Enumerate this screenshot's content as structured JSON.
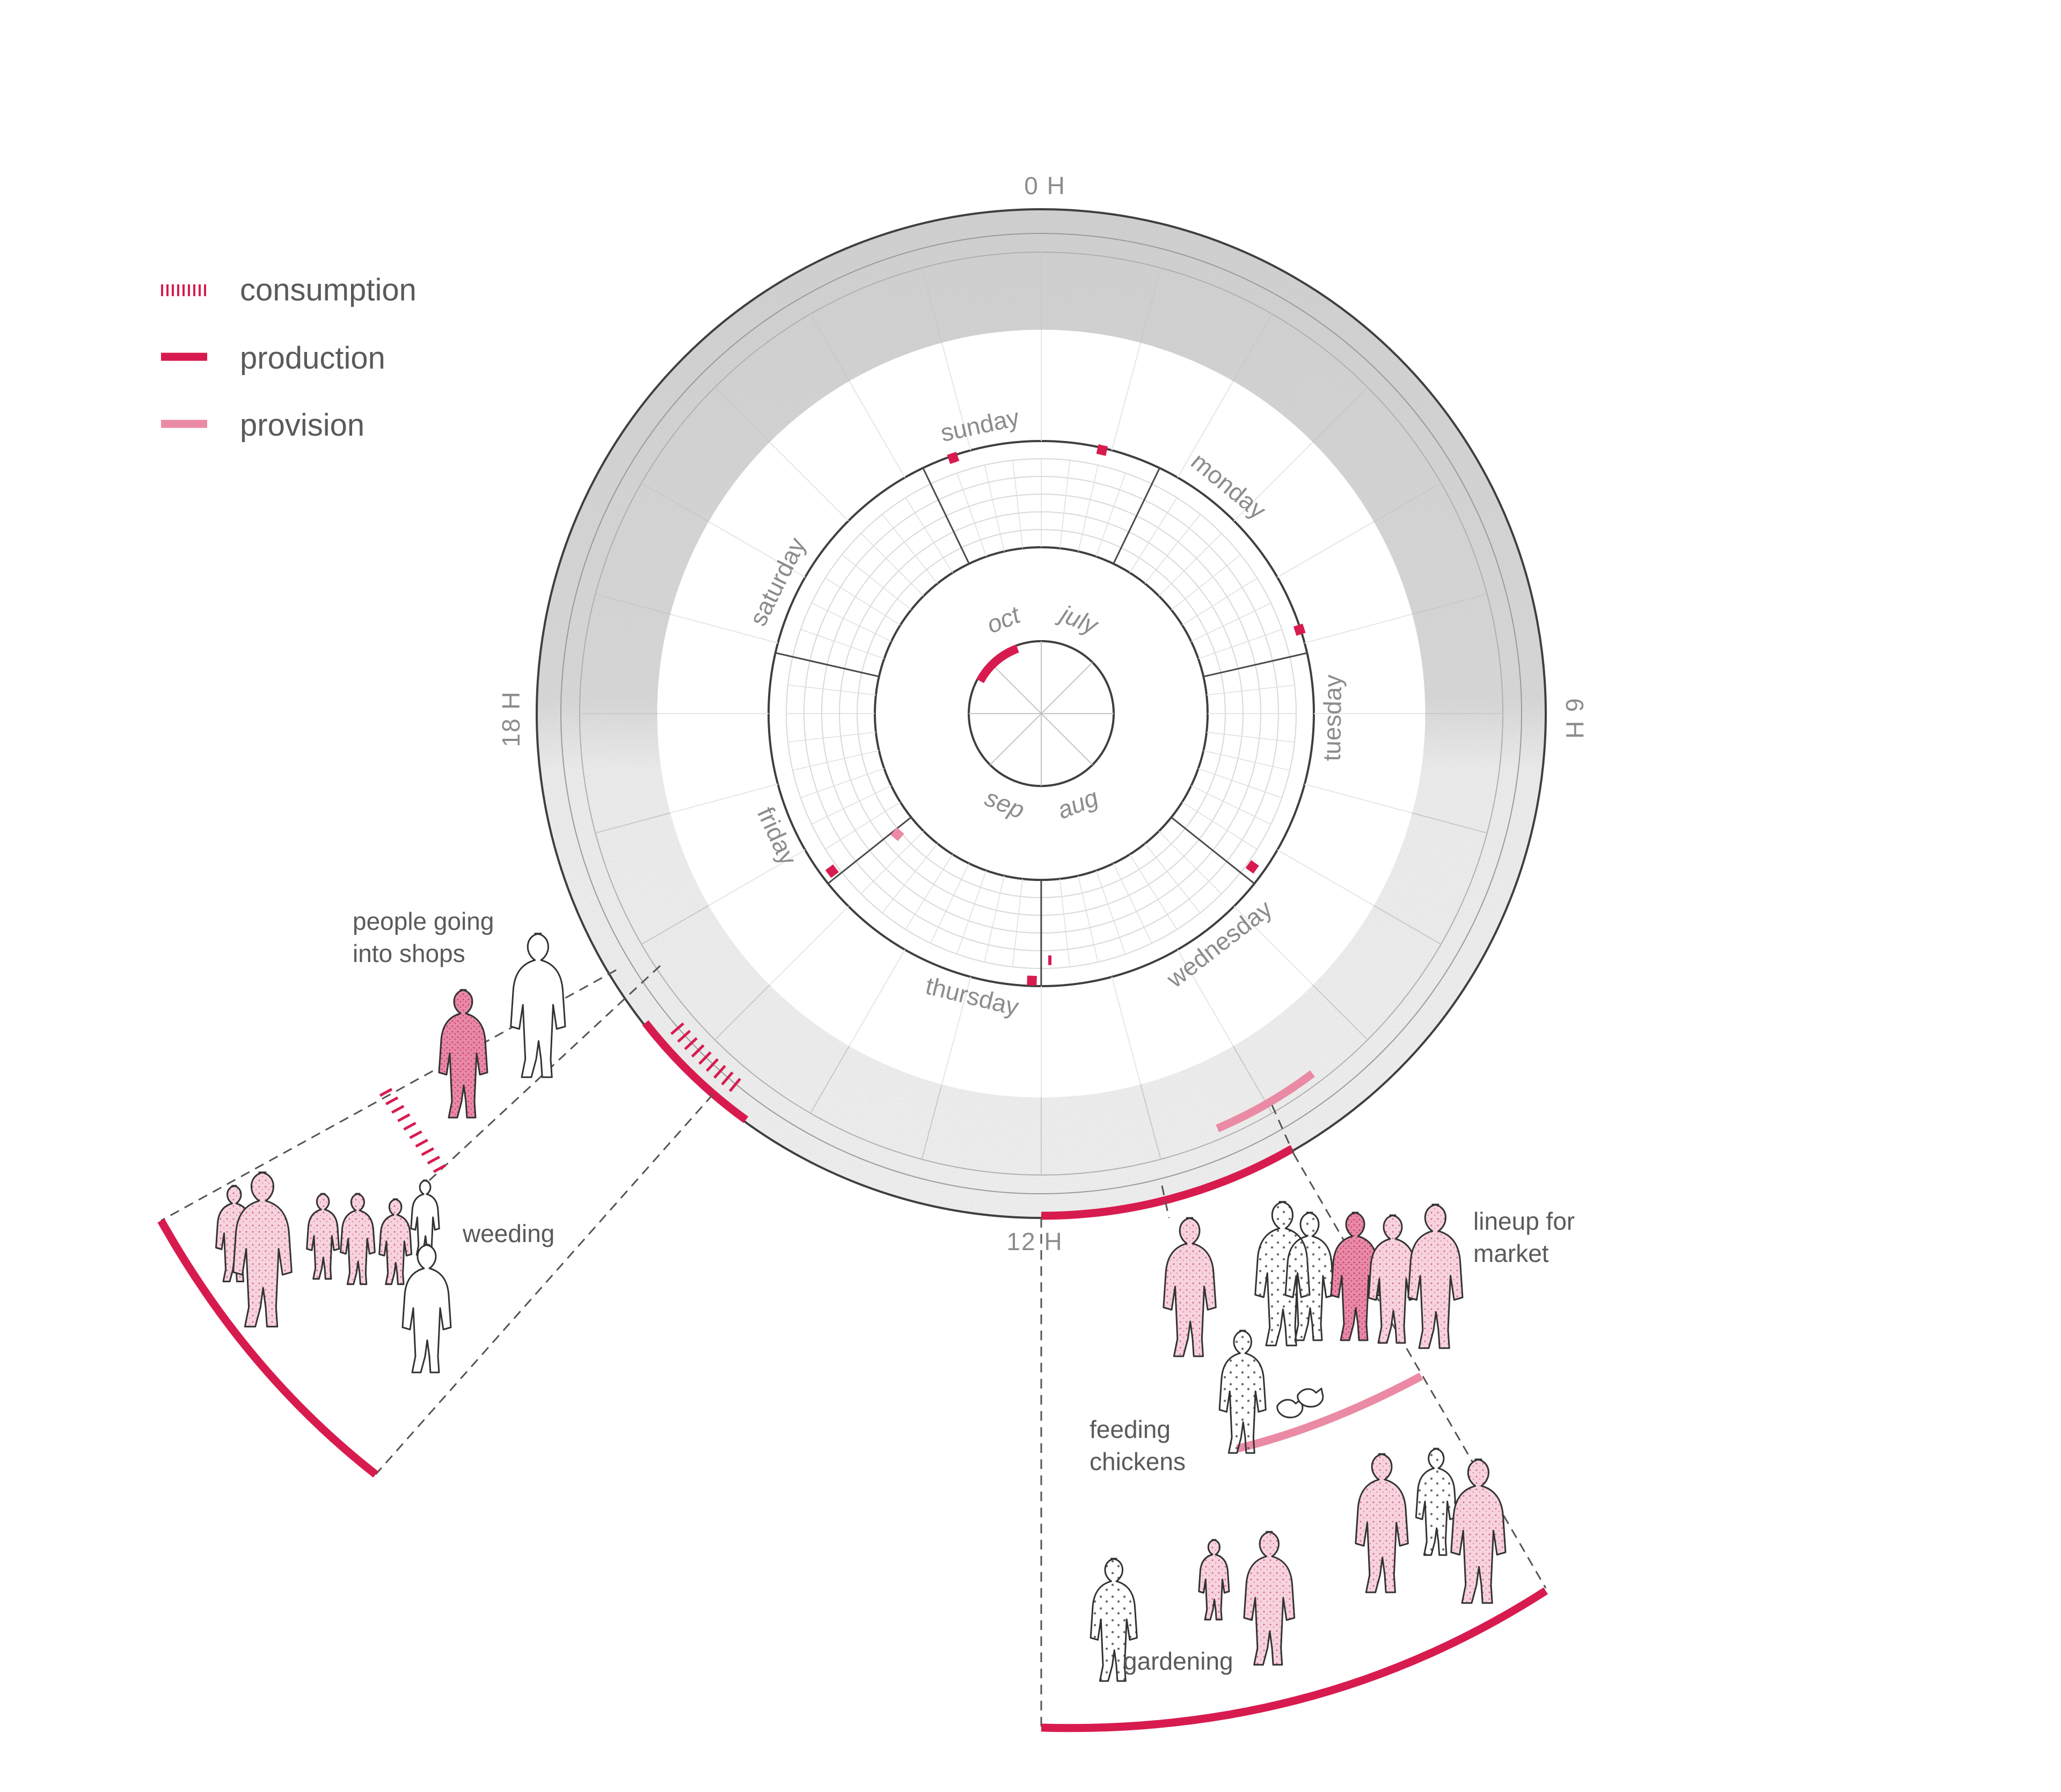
{
  "colors": {
    "production": "#d81b4f",
    "provision": "#ea8aa5",
    "consumption": "#d81b4f",
    "ring_grey": "#d8d8d8",
    "line": "#4a4a4a",
    "label": "#8c8c8c",
    "figure_fill": "#f3c7d4",
    "figure_dark": "#e07a9a"
  },
  "legend": [
    {
      "type": "consumption",
      "label": "consumption",
      "icon": "hatched-line-icon"
    },
    {
      "type": "production",
      "label": "production",
      "icon": "solid-line-icon"
    },
    {
      "type": "provision",
      "label": "provision",
      "icon": "light-line-icon"
    }
  ],
  "hour_labels": {
    "top": "0 H",
    "right": "6 H",
    "bottom": "12 H",
    "left": "18 H"
  },
  "days": [
    "sunday",
    "monday",
    "tuesday",
    "wednesday",
    "thursday",
    "friday",
    "saturday"
  ],
  "months": [
    "oct",
    "july",
    "aug",
    "sep"
  ],
  "callouts": [
    {
      "id": "people-going-into-shops",
      "lines": [
        "people going",
        "into shops"
      ]
    },
    {
      "id": "weeding",
      "lines": [
        "weeding"
      ]
    },
    {
      "id": "lineup-for-market",
      "lines": [
        "lineup for",
        "market"
      ]
    },
    {
      "id": "feeding-chickens",
      "lines": [
        "feeding",
        "chickens"
      ]
    },
    {
      "id": "gardening",
      "lines": [
        "gardening"
      ]
    }
  ]
}
